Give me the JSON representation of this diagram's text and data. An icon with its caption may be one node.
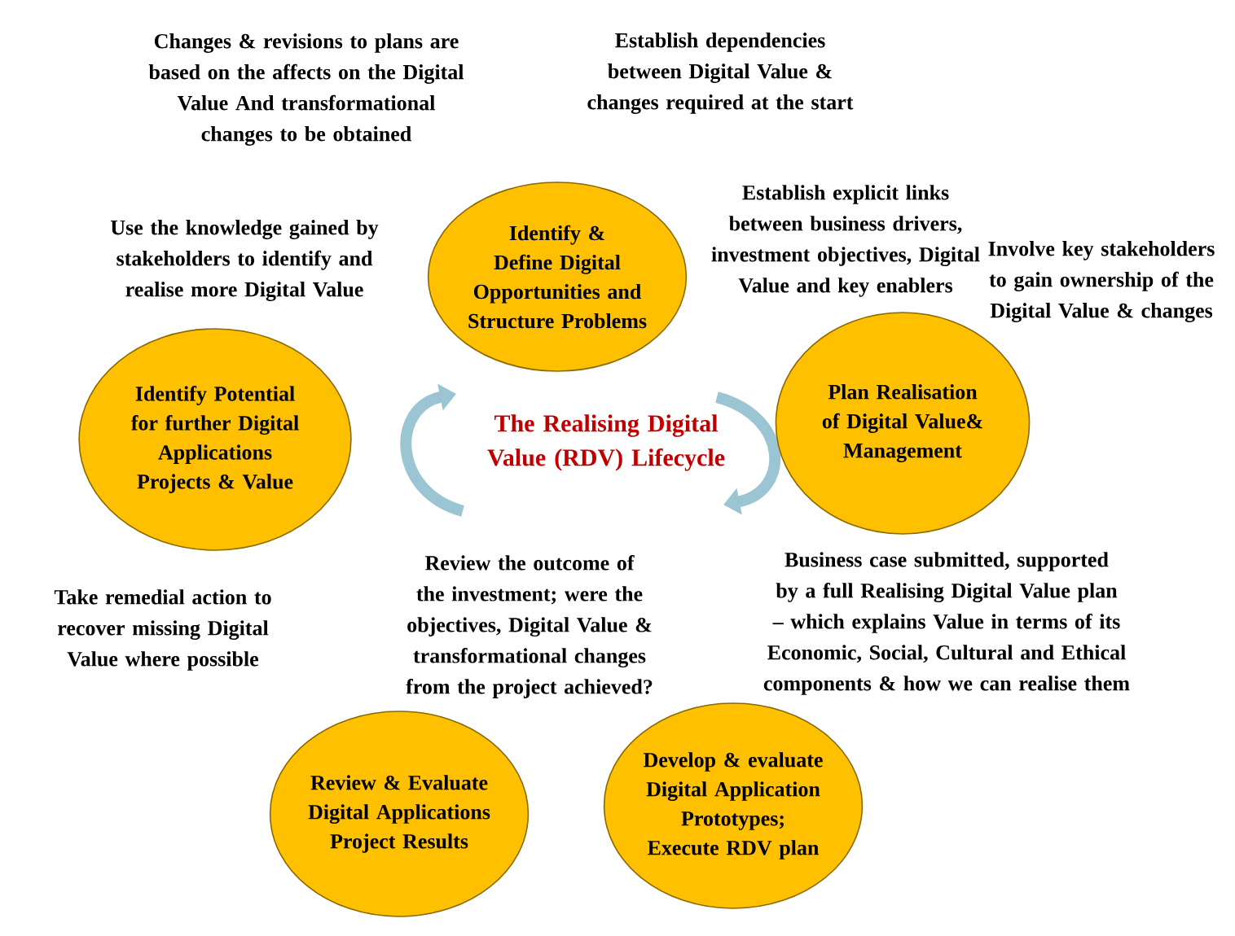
{
  "diagram": {
    "title": "The Realising Digital Value (RDV) Lifecycle",
    "nodes": [
      {
        "text": [
          "Identify & Define Digital Opportunities and Structure Problems"
        ]
      },
      {
        "text": [
          "Plan Realisation of Digital Value& Management"
        ]
      },
      {
        "text": [
          "Develop & evaluate Digital Application Prototypes; Execute RDV plan"
        ]
      },
      {
        "text": [
          "Review & Evaluate Digital Applications Project Results"
        ]
      },
      {
        "text": [
          "Identify Potential for further Digital Applications Projects & Value"
        ]
      }
    ],
    "labels": [
      "Changes & revisions to plans are based on the affects on the Digital Value And transformational changes to be obtained",
      "Establish dependencies between Digital Value & changes required at the start",
      "Use the knowledge gained by stakeholders to identify and realise more Digital Value",
      "Establish explicit links between business drivers, investment objectives, Digital Value and key enablers",
      "Involve key stakeholders to gain ownership of the Digital Value & changes",
      "Take remedial action to recover missing Digital Value where possible",
      "Review the outcome of the investment; were the objectives, Digital Value & transformational changes from the project achieved?",
      "Business case submitted, supported by a full Realising Digital Value plan – which explains Value in terms of its Economic, Social, Cultural and Ethical components & how we can realise them"
    ]
  }
}
